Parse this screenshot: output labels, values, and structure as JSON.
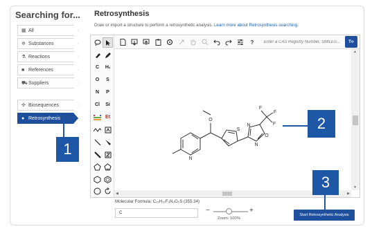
{
  "sidebar": {
    "title": "Searching for...",
    "items": [
      {
        "label": "All",
        "icon": "grid-icon",
        "glyph": "▦"
      },
      {
        "label": "Substances",
        "icon": "atom-icon",
        "glyph": "✲"
      },
      {
        "label": "Reactions",
        "icon": "flask-icon",
        "glyph": "⚗"
      },
      {
        "label": "References",
        "icon": "document-icon",
        "glyph": "■"
      },
      {
        "label": "Suppliers",
        "icon": "cart-icon",
        "glyph": "⛟"
      }
    ],
    "extra_items": [
      {
        "label": "Biosequences",
        "icon": "dna-icon",
        "glyph": "✣"
      },
      {
        "label": "Retrosynthesis",
        "icon": "retro-icon",
        "glyph": "●",
        "active": true
      }
    ]
  },
  "main": {
    "title": "Retrosynthesis",
    "subtitle": "Draw or import a structure to perform a retrosynthetic analysis.",
    "subtitle_link": "Learn more about Retrosynthesis searching."
  },
  "toolbar": {
    "cas_placeholder": "Enter a CAS Registry Number, SMILES...",
    "ts_label": "T"
  },
  "tools": {
    "atoms": [
      "C",
      "H",
      "O",
      "S",
      "N",
      "P",
      "Cl",
      "Si",
      "Et"
    ],
    "h_subscript": "4"
  },
  "molecule": {
    "atom_labels": [
      "O",
      "S",
      "N",
      "O",
      "N",
      "N",
      "F",
      "F",
      "F"
    ]
  },
  "formula": {
    "label": "Molecular Formula: ",
    "text": "C₁₅H₁₂F₃N₃O₂S (355.34)"
  },
  "input_field": {
    "value": "C"
  },
  "zoom": {
    "label": "Zoom: 100%",
    "minus": "−",
    "plus": "+"
  },
  "start_button": {
    "label": "Start Retrosynthetic Analysis"
  },
  "callouts": [
    "1",
    "2",
    "3"
  ],
  "colors": {
    "accent": "#1d4f9c",
    "callout": "#1f57a7"
  }
}
